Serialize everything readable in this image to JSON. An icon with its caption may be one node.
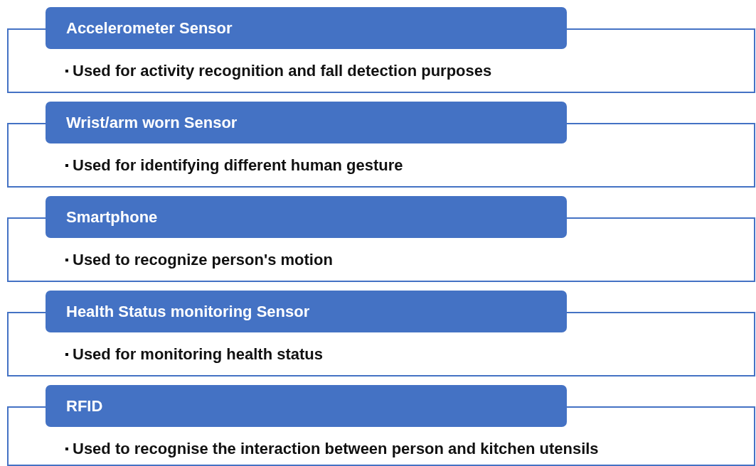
{
  "diagram": {
    "nodes": [
      {
        "text": [
          "Accelerometer Sensor"
        ]
      },
      {
        "text": [
          "Used for activity recognition and fall detection purposes"
        ]
      },
      {
        "text": [
          "Wrist/arm worn Sensor"
        ]
      },
      {
        "text": [
          "Used for identifying different human gesture"
        ]
      },
      {
        "text": [
          "Smartphone"
        ]
      },
      {
        "text": [
          "Used to recognize person's motion"
        ]
      },
      {
        "text": [
          "Health Status monitoring Sensor"
        ]
      },
      {
        "text": [
          "Used for monitoring health status"
        ]
      },
      {
        "text": [
          "RFID"
        ]
      },
      {
        "text": [
          "Used to recognise the interaction between person and kitchen utensils"
        ]
      }
    ]
  }
}
